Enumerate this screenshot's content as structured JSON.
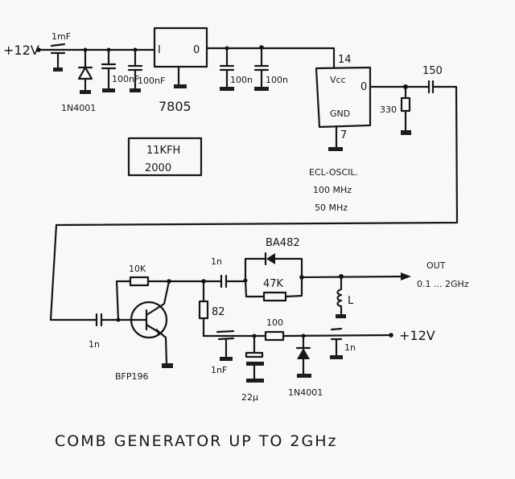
{
  "title": "COMB GENERATOR UP TO 2GHz",
  "stamp": {
    "line1": "11KFH",
    "line2": "2000"
  },
  "power_supply": {
    "input_label": "+12V",
    "input_cap": "1mF",
    "protection_diode": "1N4001",
    "caps_in": [
      "100nF",
      "100nF"
    ],
    "regulator": {
      "name": "7805",
      "pin_in": "I",
      "pin_out": "0"
    },
    "caps_out": [
      "100n",
      "100n"
    ]
  },
  "oscillator": {
    "pin_vcc_num": "14",
    "pin_vcc": "Vcc",
    "pin_gnd": "GND",
    "pin_gnd_num": "7",
    "pin_out": "0",
    "load_resistor": "330",
    "coupling_cap": "150",
    "desc": [
      "ECL-OSCIL.",
      "100 MHz",
      "50 MHz"
    ]
  },
  "amplifier": {
    "input_cap": "1n",
    "bias_resistor": "10K",
    "transistor": "BFP196",
    "collector_resistor": "82",
    "coupling_cap": "1n",
    "diode": "BA482",
    "parallel_resistor": "47K",
    "inductor": "L",
    "decoupling_cap": "1nF",
    "electrolytic": "22µ",
    "series_resistor": "100",
    "protection_diode": "1N4001",
    "feedthrough_cap": "1n",
    "supply_label": "+12V",
    "output_label": "OUT",
    "output_range": "0.1 ... 2GHz"
  }
}
